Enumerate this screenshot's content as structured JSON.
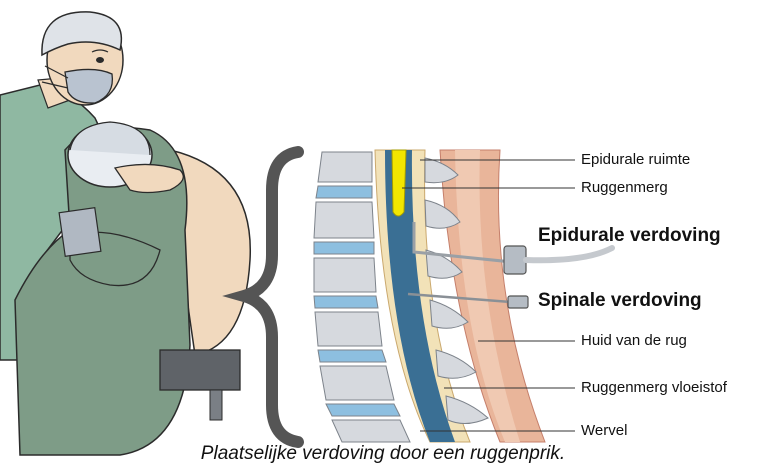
{
  "labels": {
    "epidural_space": "Epidurale ruimte",
    "spinal_cord": "Ruggenmerg",
    "epidural_anesthesia": "Epidurale verdoving",
    "spinal_anesthesia": "Spinale verdoving",
    "skin_of_back": "Huid van de rug",
    "spinal_fluid": "Ruggenmerg vloeistof",
    "vertebra": "Wervel"
  },
  "caption": "Plaatselijke verdoving door een ruggenprik.",
  "colors": {
    "scrubs": "#8fb8a2",
    "patient_gown": "#7e9c87",
    "skin": "#f1d9be",
    "vertebra": "#d6d9de",
    "disc": "#8dbfe0",
    "spinal_canal": "#3a6f94",
    "spinal_cord_highlight": "#f2e600",
    "epidural_fat": "#f2e2b8",
    "skin_layer": "#e9b59a",
    "brace": "#555555"
  }
}
